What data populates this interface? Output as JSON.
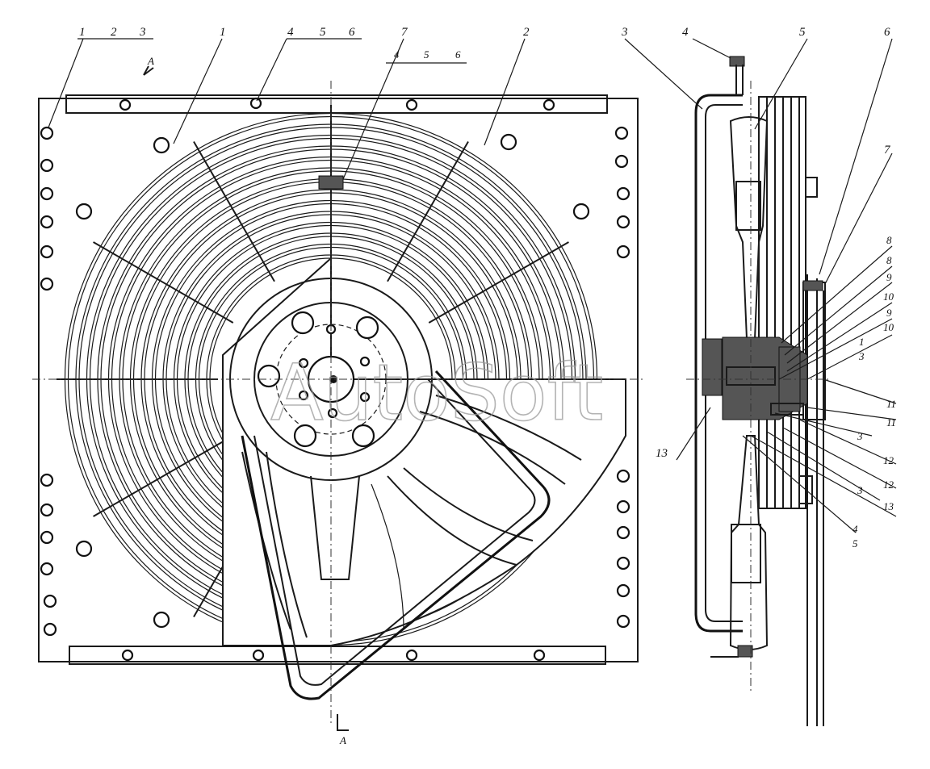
{
  "watermark": "AutoSoft",
  "front_view": {
    "section_mark_top": "A",
    "section_mark_bottom": "A",
    "callouts_top": [
      "1",
      "2",
      "3",
      "1",
      "4",
      "5",
      "6",
      "7",
      "2"
    ],
    "callouts_sub": [
      "4",
      "5",
      "6"
    ]
  },
  "side_view": {
    "callouts_top": [
      "3",
      "4",
      "5",
      "6",
      "7"
    ],
    "callouts_right": [
      "8",
      "8",
      "9",
      "10",
      "9",
      "10",
      "1",
      "3",
      "11",
      "11",
      "3",
      "12",
      "12",
      "3",
      "13",
      "4",
      "5"
    ],
    "callout_left": "13"
  }
}
